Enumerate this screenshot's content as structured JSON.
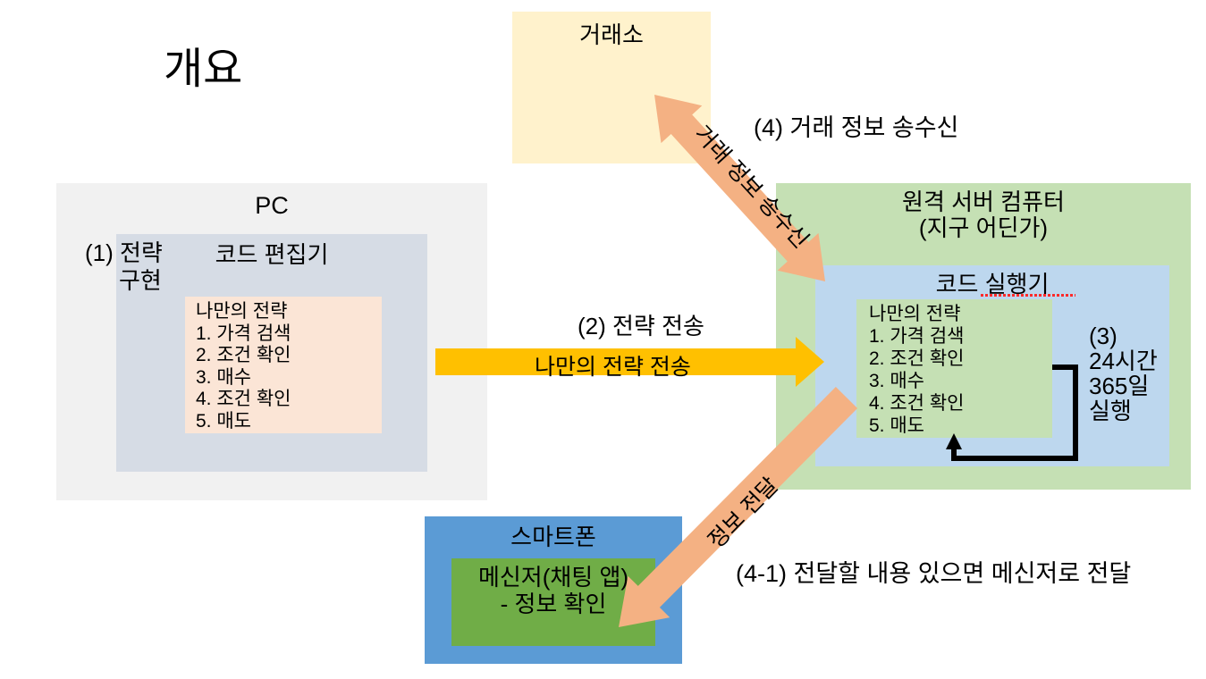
{
  "title": "개요",
  "exchange": {
    "title": "거래소"
  },
  "pc": {
    "title": "PC",
    "step_label_line1": "(1) 전략",
    "step_label_line2": "구현",
    "editor_title": "코드 편집기"
  },
  "strategy_lines": [
    "나만의 전략",
    "1. 가격 검색",
    "2. 조건 확인",
    "3. 매수",
    "4. 조건 확인",
    "5. 매도"
  ],
  "remote": {
    "title_line1": "원격 서버 컴퓨터",
    "title_line2": "(지구 어딘가)",
    "runner_title": "코드 실행기",
    "run_note_lines": [
      "(3)",
      "24시간",
      "365일",
      "실행"
    ]
  },
  "phone": {
    "title": "스마트폰",
    "messenger_line1": "메신저(채팅 앱)",
    "messenger_line2": "- 정보 확인"
  },
  "arrows": {
    "step2_label": "(2) 전략 전송",
    "send_arrow_text": "나만의 전략 전송",
    "trade_info_rotated": "거래 정보 송수신",
    "trade_info_label": "(4) 거래 정보 송수신",
    "notify_rotated": "정보 전달",
    "notify_label": "(4-1) 전달할 내용 있으면 메신저로 전달"
  },
  "colors": {
    "exchange_fill": "#FFF2CC",
    "pc_fill": "#F1F1F1",
    "editor_fill": "#D6DCE5",
    "pc_strategy_fill": "#FBE5D6",
    "server_fill": "#C5E0B4",
    "runner_fill": "#BDD7EE",
    "runner_strategy_fill": "#C5E0B4",
    "phone_fill": "#5B9BD5",
    "messenger_fill": "#70AD47",
    "send_arrow_fill": "#FFC000",
    "info_arrow_fill": "#F4B183",
    "loop_arrow_stroke": "#000000",
    "spellcheck_color": "#FF0000"
  }
}
